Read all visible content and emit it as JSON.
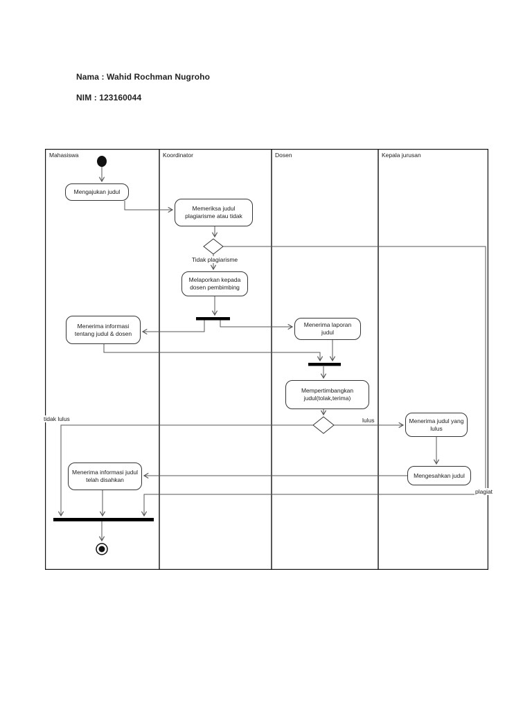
{
  "header": {
    "name_line": "Nama : Wahid Rochman Nugroho",
    "nim_line": "NIM : 123160044"
  },
  "diagram": {
    "type": "uml-activity-swimlane",
    "lanes": [
      {
        "label": "Mahasiswa"
      },
      {
        "label": "Koordinator"
      },
      {
        "label": "Dosen"
      },
      {
        "label": "Kepala jurusan"
      }
    ],
    "nodes": {
      "start": "initial-node",
      "mengajukan_judul": "Mengajukan judul",
      "memeriksa_judul": "Memeriksa judul plagiarisme atau tidak",
      "melaporkan": "Melaporkan kepada dosen pembimbing",
      "menerima_informasi_judul_dosen": "Menerima informasi tentang judul & dosen",
      "menerima_laporan_judul": "Menerima laporan judul",
      "mempertimbangkan_judul": "Mempertimbangkan judul(tolak,terima)",
      "menerima_judul_lulus": "Menerima judul yang lulus",
      "mengesahkan_judul": "Mengesahkan judul",
      "menerima_informasi_disahkan": "Menerima informasi judul telah disahkan",
      "end": "final-node"
    },
    "edge_labels": {
      "tidak_plagiarisme": "Tidak plagiarisme",
      "plagiat": "plagiat",
      "lulus": "lulus",
      "tidak_lulus": "tidak lulus"
    },
    "colors": {
      "frame": "#111111",
      "connector": "#555555",
      "node_border": "#333333",
      "bar": "#000000",
      "text": "#1a1a1a",
      "background": "#ffffff"
    }
  }
}
